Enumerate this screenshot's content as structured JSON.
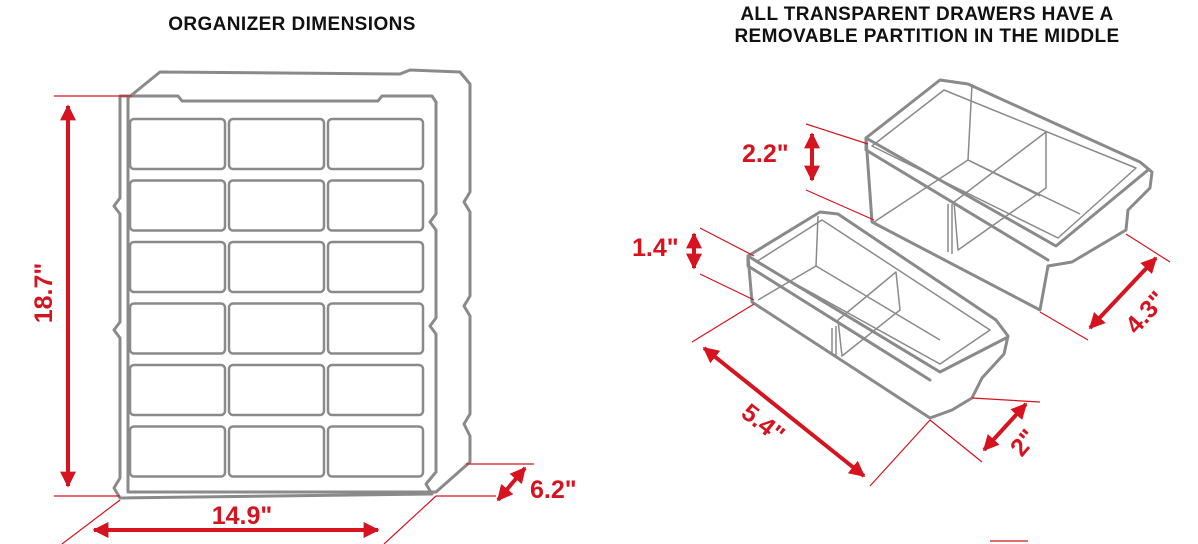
{
  "titles": {
    "left": "ORGANIZER DIMENSIONS",
    "right_line1": "ALL TRANSPARENT DRAWERS HAVE A",
    "right_line2": "REMOVABLE PARTITION IN THE MIDDLE"
  },
  "organizer": {
    "height": "18.7\"",
    "width": "14.9\"",
    "depth": "6.2\"",
    "drawer_rows": 6,
    "drawer_columns": 3
  },
  "drawers": {
    "large_height": "2.2\"",
    "large_depth": "4.3\"",
    "small_height": "1.4\"",
    "small_length": "5.4\"",
    "small_width": "2\""
  },
  "colors": {
    "accent": "#d5141f",
    "outline": "#8a8a8a",
    "fill": "#e6e6e6"
  }
}
